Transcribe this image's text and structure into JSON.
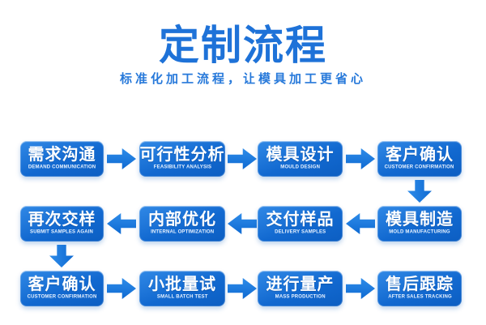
{
  "header": {
    "title": "定制流程",
    "subtitle": "标准化加工流程，让模具加工更省心"
  },
  "colors": {
    "accent_blue": "#1e72d8",
    "box_gradient_top": "#3189e6",
    "box_gradient_bottom": "#0c5ec2",
    "arrow_blue": "#0e6ad2",
    "box_text": "#ffffff",
    "background": "#ffffff"
  },
  "flow": {
    "rows": [
      {
        "direction": "right",
        "steps": [
          {
            "zh": "需求沟通",
            "en": "DEMAND COMMUNICATION"
          },
          {
            "zh": "可行性分析",
            "en": "FEASIBILITY ANALYSIS"
          },
          {
            "zh": "模具设计",
            "en": "MOULD DESIGN"
          },
          {
            "zh": "客户确认",
            "en": "CUSTOMER CONFIRMATION"
          }
        ]
      },
      {
        "direction": "left",
        "steps": [
          {
            "zh": "再次交样",
            "en": "SUBMIT SAMPLES AGAIN"
          },
          {
            "zh": "内部优化",
            "en": "INTERNAL OPTIMIZATION"
          },
          {
            "zh": "交付样品",
            "en": "DELIVERY SAMPLES"
          },
          {
            "zh": "模具制造",
            "en": "MOLD MANUFACTURING"
          }
        ]
      },
      {
        "direction": "right",
        "steps": [
          {
            "zh": "客户确认",
            "en": "CUSTOMER CONFIRMATION"
          },
          {
            "zh": "小批量试",
            "en": "SMALL BATCH TEST"
          },
          {
            "zh": "进行量产",
            "en": "MASS PRODUCTION"
          },
          {
            "zh": "售后跟踪",
            "en": "AFTER SALES TRACKING"
          }
        ]
      }
    ]
  }
}
